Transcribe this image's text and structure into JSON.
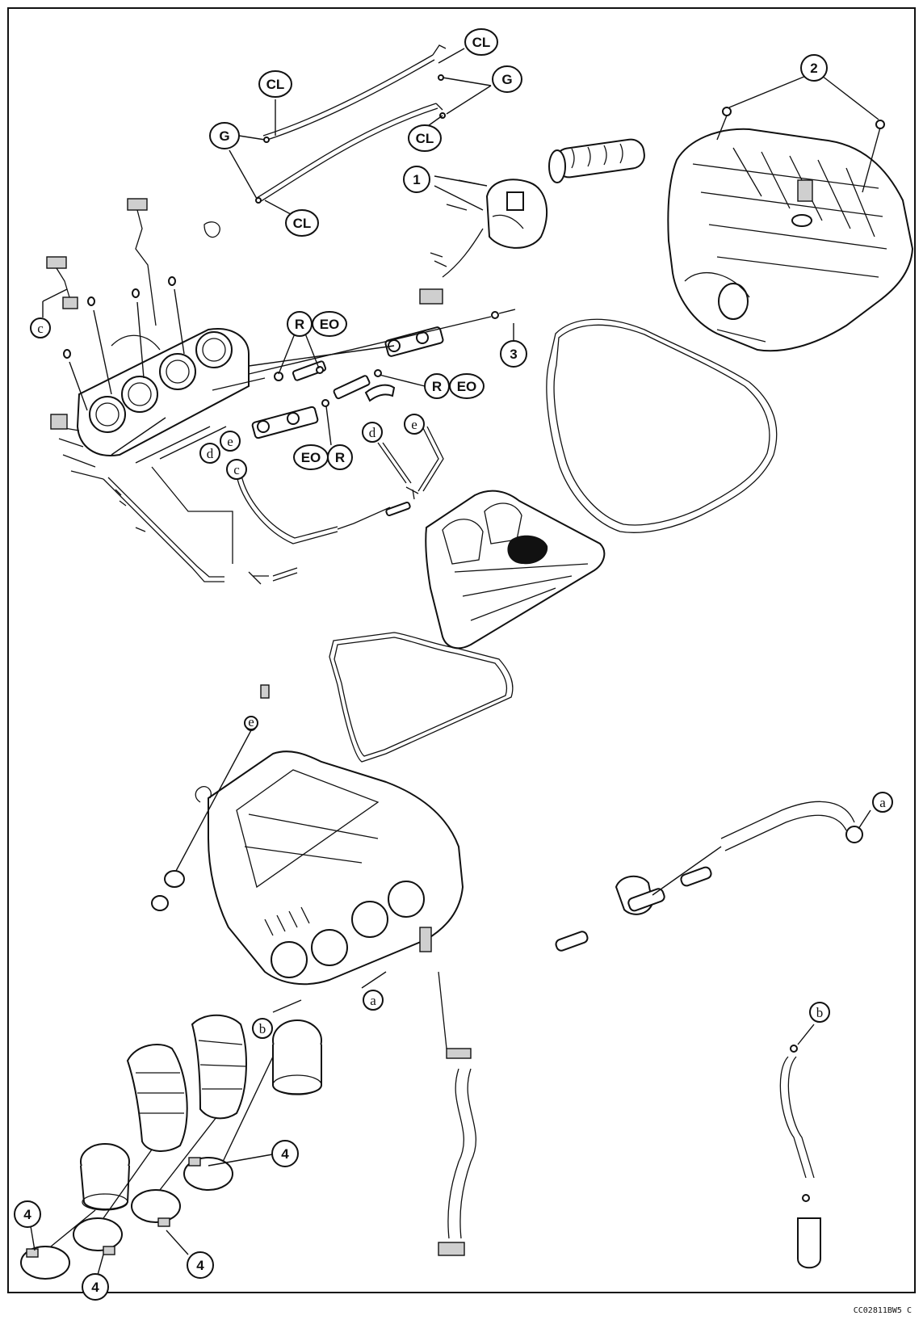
{
  "figure_code": "CC02811BW5 C",
  "callouts": {
    "n1": "1",
    "n2": "2",
    "n3": "3",
    "n4": "4",
    "cl": "CL",
    "g": "G",
    "r": "R",
    "eo": "EO",
    "a": "a",
    "b": "b",
    "c": "c",
    "d": "d",
    "e": "e"
  }
}
